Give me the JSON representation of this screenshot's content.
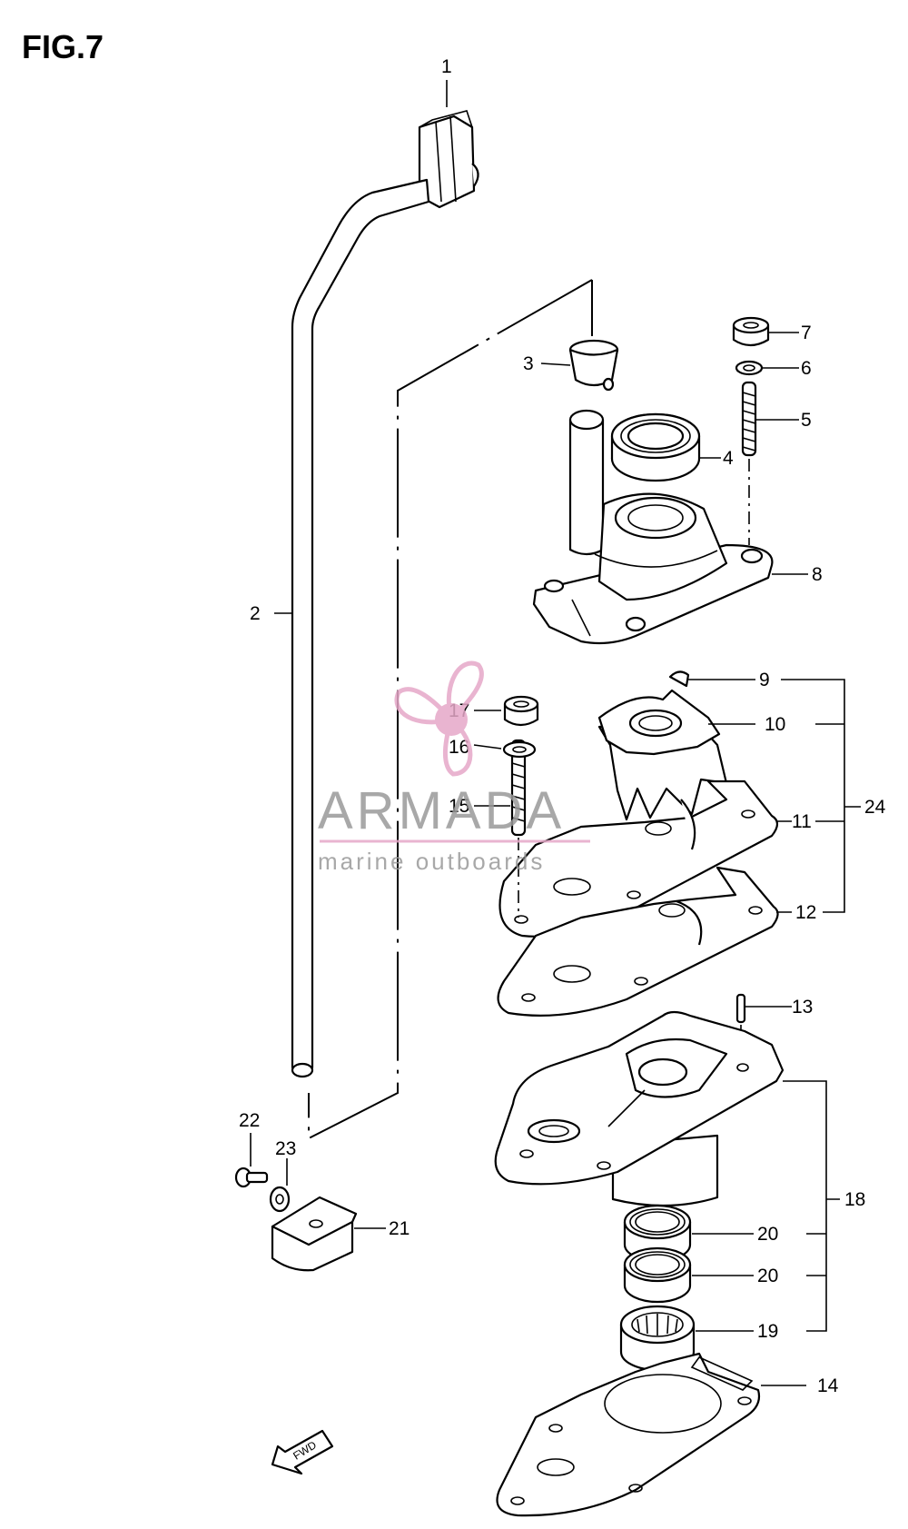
{
  "figure_title": "FIG.7",
  "watermark": {
    "brand": "ARMADA",
    "tagline": "marine outboards",
    "accent_color": "#e6a8c8"
  },
  "direction_marker": "FWD",
  "callouts": [
    {
      "id": "c1",
      "label": "1"
    },
    {
      "id": "c2",
      "label": "2"
    },
    {
      "id": "c3",
      "label": "3"
    },
    {
      "id": "c4",
      "label": "4"
    },
    {
      "id": "c5",
      "label": "5"
    },
    {
      "id": "c6",
      "label": "6"
    },
    {
      "id": "c7",
      "label": "7"
    },
    {
      "id": "c8",
      "label": "8"
    },
    {
      "id": "c9",
      "label": "9"
    },
    {
      "id": "c10",
      "label": "10"
    },
    {
      "id": "c11",
      "label": "11"
    },
    {
      "id": "c12",
      "label": "12"
    },
    {
      "id": "c13",
      "label": "13"
    },
    {
      "id": "c14",
      "label": "14"
    },
    {
      "id": "c15",
      "label": "15"
    },
    {
      "id": "c16",
      "label": "16"
    },
    {
      "id": "c17",
      "label": "17"
    },
    {
      "id": "c18",
      "label": "18"
    },
    {
      "id": "c19",
      "label": "19"
    },
    {
      "id": "c20a",
      "label": "20"
    },
    {
      "id": "c20b",
      "label": "20"
    },
    {
      "id": "c21",
      "label": "21"
    },
    {
      "id": "c22",
      "label": "22"
    },
    {
      "id": "c23",
      "label": "23"
    },
    {
      "id": "c24",
      "label": "24"
    }
  ]
}
